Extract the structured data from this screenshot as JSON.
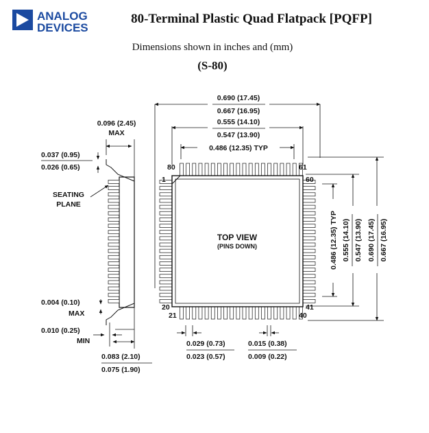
{
  "header": {
    "logo_line1": "ANALOG",
    "logo_line2": "DEVICES",
    "title": "80-Terminal Plastic Quad Flatpack [PQFP]",
    "subtitle": "Dimensions shown in inches and (mm)",
    "package_code": "(S-80)",
    "brand_color": "#1b4aa0"
  },
  "top_dims": {
    "overall_max": "0.690 (17.45)",
    "overall_min": "0.667 (16.95)",
    "body_max": "0.555 (14.10)",
    "body_min": "0.547 (13.90)",
    "pin_span": "0.486 (12.35) TYP"
  },
  "right_dims": {
    "pin_span": "0.486 (12.35) TYP",
    "body_max": "0.555 (14.10)",
    "body_min": "0.547 (13.90)",
    "overall_max": "0.690 (17.45)",
    "overall_min": "0.667 (16.95)"
  },
  "side_view": {
    "height_max": "0.096 (2.45)",
    "height_max_label": "MAX",
    "lead_max": "0.037 (0.95)",
    "lead_min": "0.026 (0.65)",
    "seating_plane_1": "SEATING",
    "seating_plane_2": "PLANE",
    "coplanarity": "0.004 (0.10)",
    "coplanarity_label": "MAX",
    "standoff": "0.010 (0.25)",
    "standoff_label": "MIN",
    "body_thick_max": "0.083 (2.10)",
    "body_thick_min": "0.075 (1.90)"
  },
  "top_view": {
    "title": "TOP VIEW",
    "subtitle": "(PINS DOWN)",
    "pin_labels": [
      "1",
      "20",
      "21",
      "40",
      "41",
      "60",
      "61",
      "80"
    ]
  },
  "bottom_dims": {
    "pitch_max": "0.029 (0.73)",
    "pitch_min": "0.023 (0.57)",
    "width_max": "0.015 (0.38)",
    "width_min": "0.009 (0.22)"
  }
}
